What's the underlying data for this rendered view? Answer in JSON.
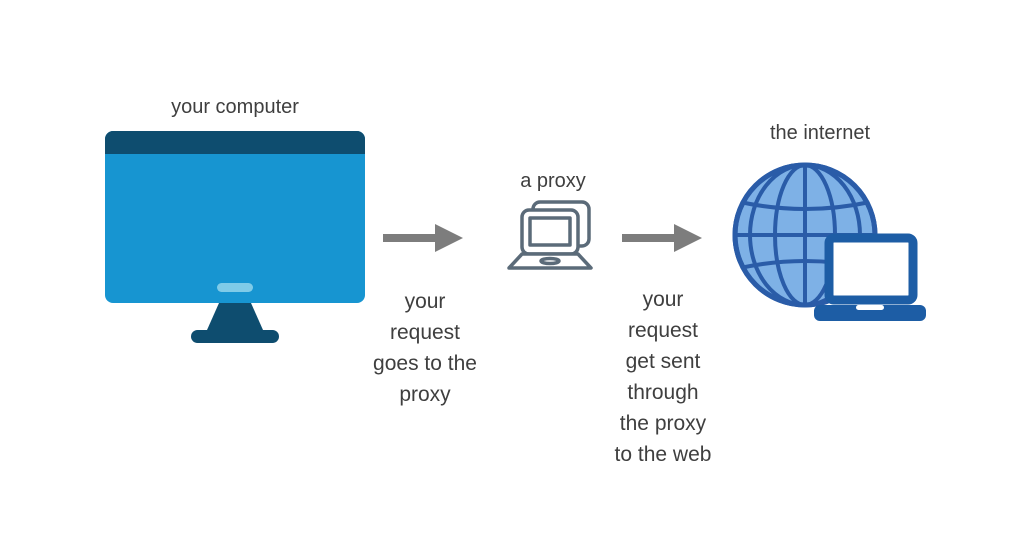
{
  "diagram": {
    "title_implicit": "",
    "computer_label": "your computer",
    "proxy_label": "a proxy",
    "internet_label": "the internet",
    "arrow1_caption": "your\nrequest\ngoes to the\nproxy",
    "arrow2_caption": "your\nrequest\nget sent\nthrough\nthe proxy\nto the web"
  },
  "colors": {
    "background": "#ffffff",
    "monitor_screen": "#1795d1",
    "monitor_dark": "#0e4d6f",
    "monitor_pill": "#7fcbe8",
    "arrow_gray": "#7d7d7d",
    "proxy_outline": "#5b6b79",
    "globe_fill": "#7eb1e6",
    "globe_outline": "#2a5ca8",
    "laptop_outline": "#1d5da5",
    "text": "#3f3f3f"
  },
  "icons": [
    "desktop-monitor-icon",
    "arrow-right-icon",
    "proxy-laptop-icon",
    "arrow-right-icon",
    "globe-icon",
    "laptop-icon"
  ]
}
